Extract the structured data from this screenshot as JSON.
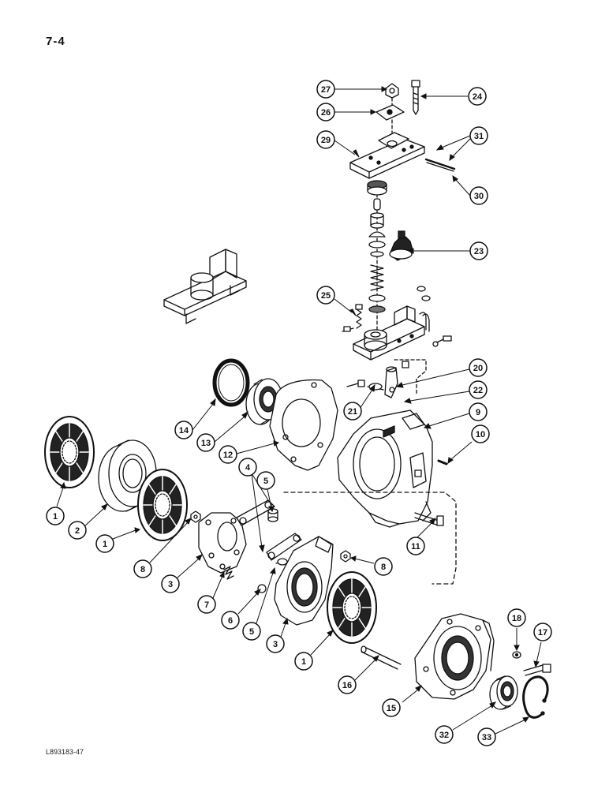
{
  "page": {
    "label": "7-4",
    "ref_code": "L893183-47"
  },
  "callouts": {
    "c27": "27",
    "c26": "26",
    "c24": "24",
    "c29": "29",
    "c31": "31",
    "c30": "30",
    "c23": "23",
    "c25": "25",
    "c20": "20",
    "c21": "21",
    "c22": "22",
    "c9": "9",
    "c10": "10",
    "c14": "14",
    "c13": "13",
    "c12": "12",
    "c4": "4",
    "c5a": "5",
    "c1a": "1",
    "c2": "2",
    "c1b": "1",
    "c8a": "8",
    "c3a": "3",
    "c7": "7",
    "c6": "6",
    "c5b": "5",
    "c3b": "3",
    "c8b": "8",
    "c11": "11",
    "c1c": "1",
    "c16": "16",
    "c15": "15",
    "c18": "18",
    "c17": "17",
    "c32": "32",
    "c33": "33"
  },
  "colors": {
    "ink": "#111111",
    "paper": "#ffffff"
  }
}
